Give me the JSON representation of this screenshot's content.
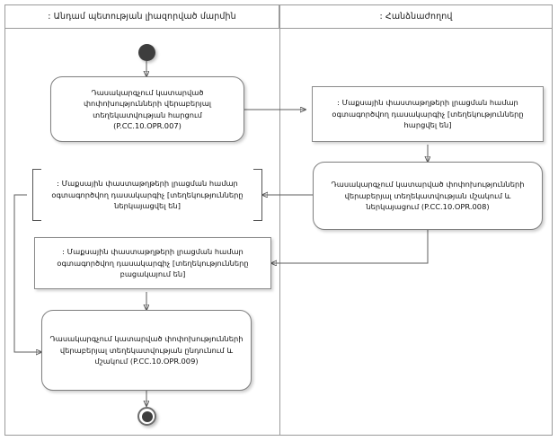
{
  "diagram": {
    "title": "UML activity diagram with swimlanes",
    "type": "activity-diagram"
  },
  "lanes": [
    {
      "id": "lane-member-state",
      "label": ": Անդամ պետության լիազորված մարմին"
    },
    {
      "id": "lane-commission",
      "label": ": Հանձնաժողով"
    }
  ],
  "control_nodes": {
    "initial": {
      "name": "initial-node",
      "label": ""
    },
    "final": {
      "name": "final-node",
      "label": ""
    }
  },
  "nodes": {
    "request_info": {
      "kind": "activity",
      "lane": "lane-member-state",
      "text": "Դասակարգչում կատարված փոփոխությունների վերաբերյալ տեղեկատվության հարցում (P.CC.10.OPR.007)",
      "code": "P.CC.10.OPR.007"
    },
    "object_requested": {
      "kind": "object",
      "lane": "lane-commission",
      "text": ": Մաքսային փաստաթղթերի լրացման համար օգտագործվող դասակարգիչ [տեղեկությունները հարցվել են]",
      "state": "տեղեկությունները հարցվել են"
    },
    "process_and_submit": {
      "kind": "activity",
      "lane": "lane-commission",
      "text": "Դասակարգչում կատարված փոփոխությունների վերաբերյալ տեղեկատվության մշակում և ներկայացում (P.CC.10.OPR.008)",
      "code": "P.CC.10.OPR.008"
    },
    "object_submitted": {
      "kind": "object",
      "lane": "lane-member-state",
      "text": ": Մաքսային փաստաթղթերի լրացման համար օգտագործվող դասակարգիչ [տեղեկությունները ներկայացվել են]",
      "state": "տեղեկությունները ներկայացվել են"
    },
    "object_absent": {
      "kind": "object",
      "lane": "lane-member-state",
      "text": ": Մաքսային փաստաթղթերի լրացման համար օգտագործվող դասակարգիչ [տեղեկությունները բացակայում են]",
      "state": "տեղեկությունները բացակայում են"
    },
    "receive_and_process": {
      "kind": "activity",
      "lane": "lane-member-state",
      "text": "Դասակարգչում կատարված փոփոխությունների վերաբերյալ տեղեկատվության ընդունում և մշակում (P.CC.10.OPR.009)",
      "code": "P.CC.10.OPR.009"
    }
  },
  "edges": [
    {
      "from": "initial",
      "to": "request_info"
    },
    {
      "from": "request_info",
      "to": "object_requested"
    },
    {
      "from": "object_requested",
      "to": "process_and_submit"
    },
    {
      "from": "process_and_submit",
      "to": "object_submitted"
    },
    {
      "from": "process_and_submit",
      "to": "object_absent"
    },
    {
      "from": "object_submitted",
      "to": "receive_and_process"
    },
    {
      "from": "object_absent",
      "to": "receive_and_process"
    },
    {
      "from": "receive_and_process",
      "to": "final"
    }
  ]
}
